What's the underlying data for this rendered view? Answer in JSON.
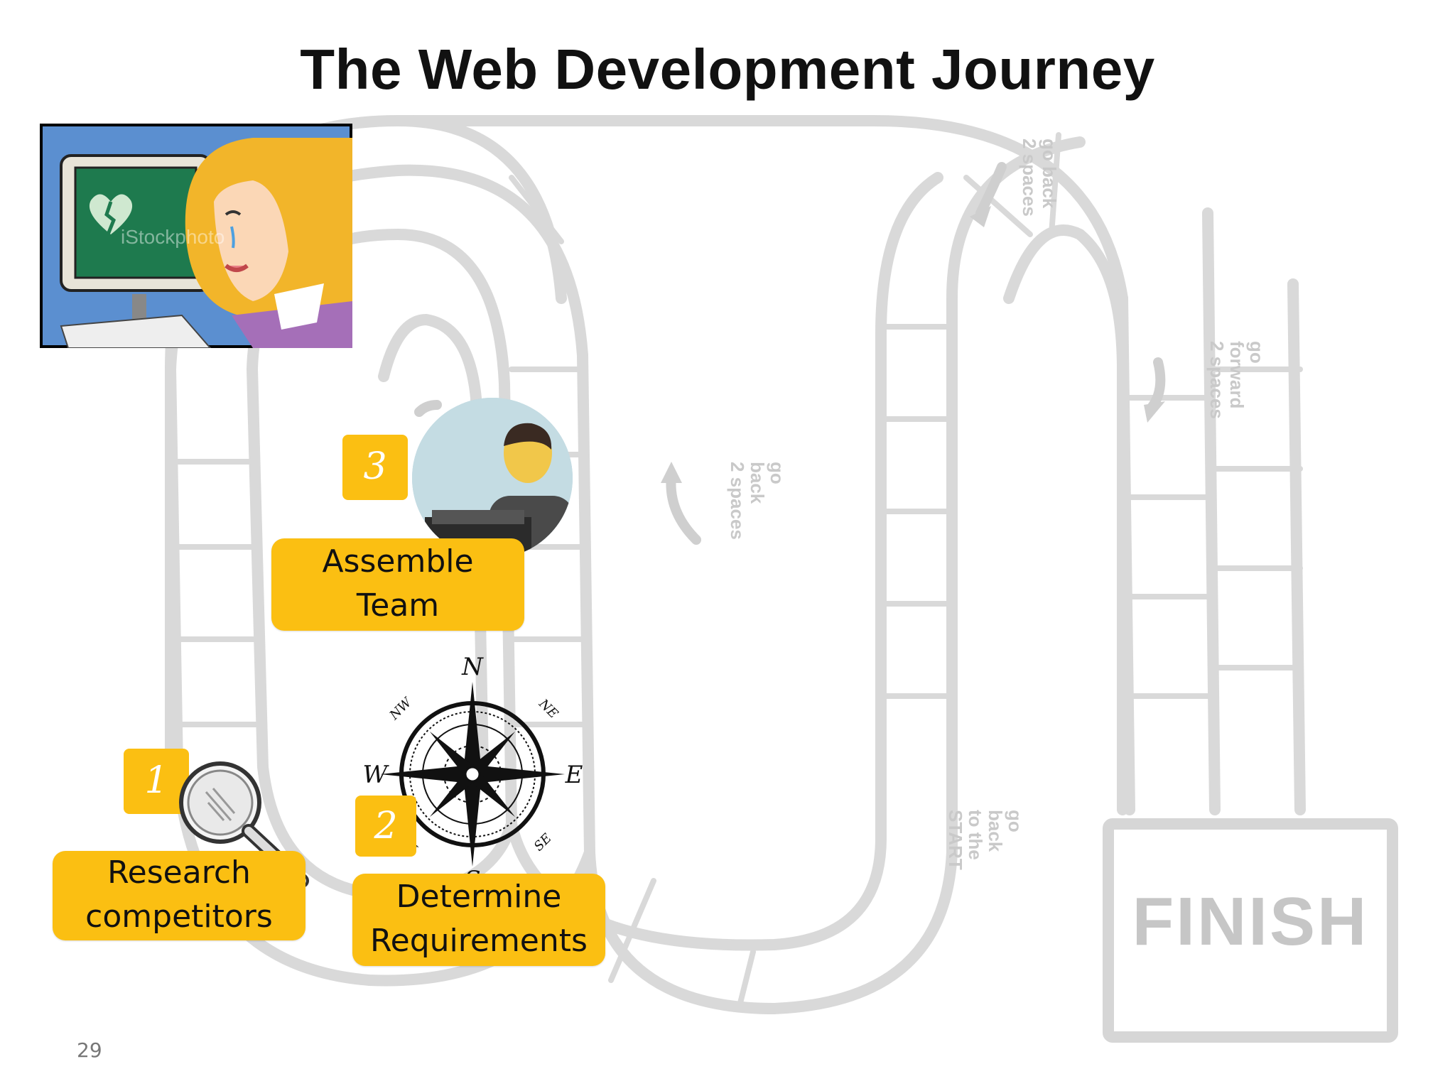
{
  "slide": {
    "title": "The Web Development Journey",
    "page_number": "29"
  },
  "board": {
    "finish_label": "FINISH",
    "spaces": [
      {
        "text_lines": [
          "go back",
          "2 spaces"
        ]
      },
      {
        "text_lines": [
          "go",
          "forward",
          "2 spaces"
        ]
      },
      {
        "text_lines": [
          "go",
          "back",
          "2 spaces"
        ]
      },
      {
        "text_lines": [
          "go",
          "back",
          "to the",
          "START"
        ]
      }
    ]
  },
  "steps": [
    {
      "number": "1",
      "label_lines": [
        "Research",
        "competitors"
      ],
      "icon": "magnifying-glass-icon"
    },
    {
      "number": "2",
      "label_lines": [
        "Determine",
        "Requirements"
      ],
      "icon": "compass-icon"
    },
    {
      "number": "3",
      "label_lines": [
        "Assemble",
        "Team"
      ],
      "icon": "team-member-icon"
    }
  ],
  "compass": {
    "N": "N",
    "S": "S",
    "E": "E",
    "W": "W",
    "NE": "NE",
    "NW": "NW",
    "SE": "SE",
    "SW": "SW"
  },
  "clipart": {
    "top_left": "sad-woman-at-computer-illustration",
    "watermark": "iStockphoto"
  },
  "colors": {
    "accent": "#fbbf12",
    "board_lines": "#d6d6d6",
    "title": "#111111"
  }
}
